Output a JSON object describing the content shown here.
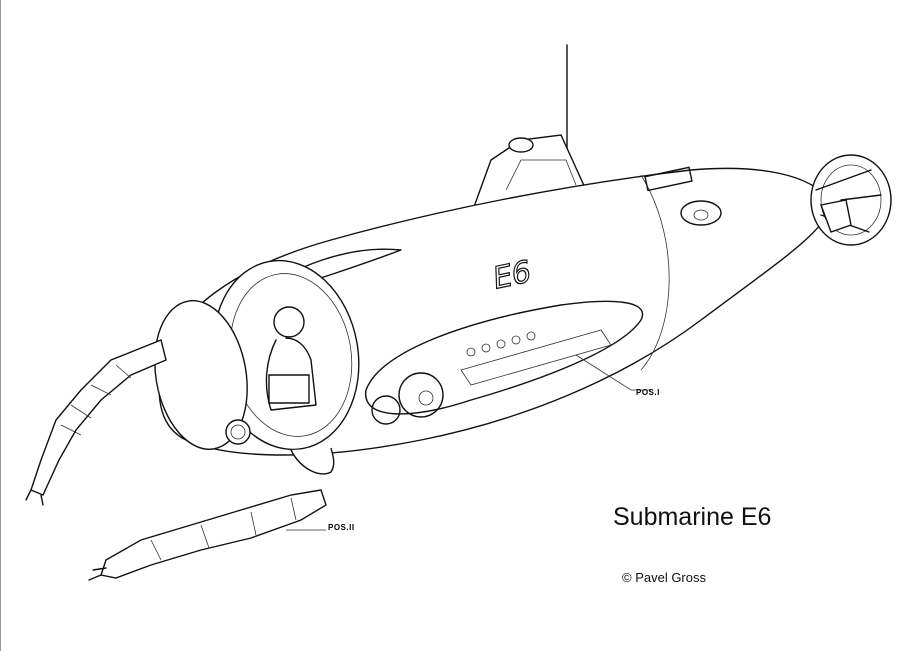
{
  "title": "Submarine E6",
  "credit": "© Pavel Gross",
  "hull_marking": "E6",
  "callouts": {
    "pos1": "POS.I",
    "pos2": "POS.II"
  },
  "colors": {
    "ink": "#111111",
    "background": "#ffffff"
  }
}
